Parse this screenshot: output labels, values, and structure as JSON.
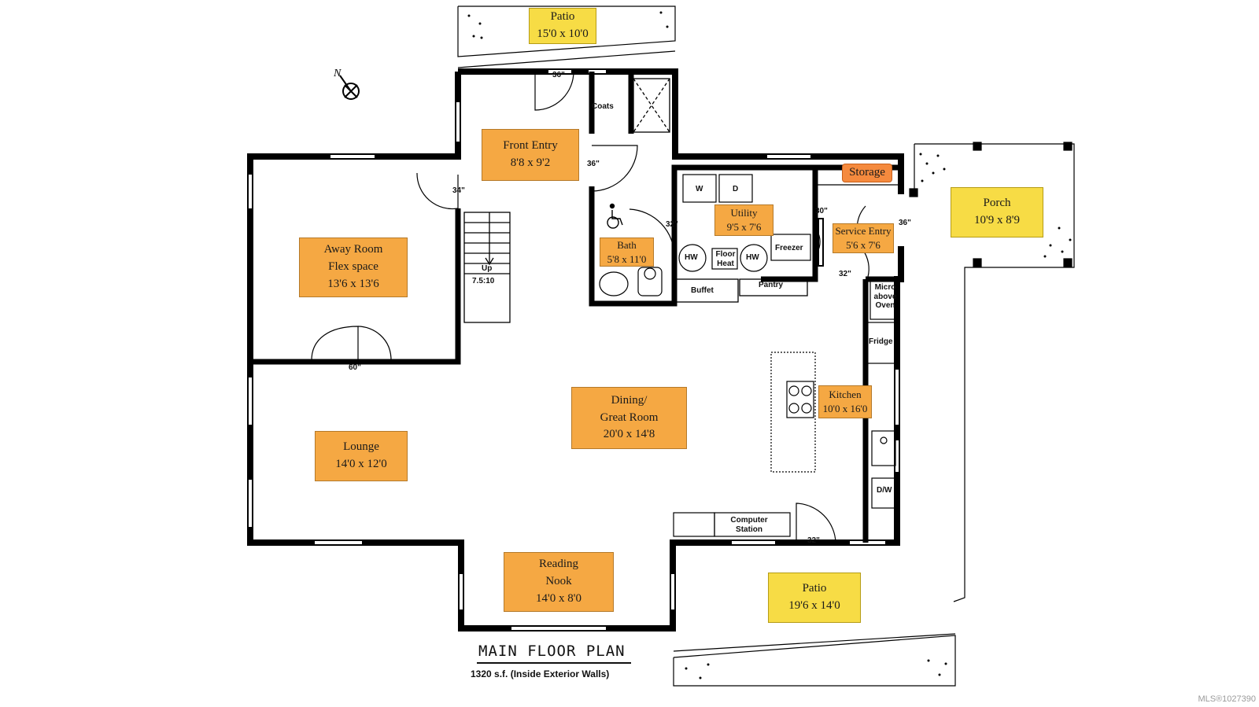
{
  "rooms": [
    {
      "key": "patio_top",
      "name": "Patio",
      "dims": "15'0 x 10'0",
      "color": "yellow"
    },
    {
      "key": "front_entry",
      "name": "Front Entry",
      "dims": "8'8 x 9'2",
      "color": "orange"
    },
    {
      "key": "away_room",
      "name": "Away Room",
      "name2": "Flex space",
      "dims": "13'6 x 13'6",
      "color": "orange"
    },
    {
      "key": "utility",
      "name": "Utility",
      "dims": "9'5 x 7'6",
      "color": "orange"
    },
    {
      "key": "bath",
      "name": "Bath",
      "dims": "5'8 x 11'0",
      "color": "orange"
    },
    {
      "key": "storage",
      "name": "Storage",
      "color": "orange-red"
    },
    {
      "key": "service_entry",
      "name": "Service Entry",
      "dims": "5'6 x 7'6",
      "color": "orange"
    },
    {
      "key": "porch",
      "name": "Porch",
      "dims": "10'9 x 8'9",
      "color": "yellow"
    },
    {
      "key": "dining",
      "name": "Dining/",
      "name2": "Great Room",
      "dims": "20'0 x 14'8",
      "color": "orange"
    },
    {
      "key": "kitchen",
      "name": "Kitchen",
      "dims": "10'0 x 16'0",
      "color": "orange"
    },
    {
      "key": "lounge",
      "name": "Lounge",
      "dims": "14'0 x 12'0",
      "color": "orange"
    },
    {
      "key": "reading_nook",
      "name": "Reading",
      "name2": "Nook",
      "dims": "14'0 x 8'0",
      "color": "orange"
    },
    {
      "key": "patio_bottom",
      "name": "Patio",
      "dims": "19'6 x 14'0",
      "color": "yellow"
    }
  ],
  "fixtures": {
    "coats": "Coats",
    "washer": "W",
    "dryer": "D",
    "hw1": "HW",
    "hw2": "HW",
    "floor_heat_1": "Floor",
    "floor_heat_2": "Heat",
    "freezer": "Freezer",
    "buffet": "Buffet",
    "pantry": "Pantry",
    "micro_1": "Micro",
    "micro_2": "above",
    "micro_3": "Oven",
    "fridge": "Fridge",
    "dw": "D/W",
    "computer_1": "Computer",
    "computer_2": "Station",
    "stairs_up": "Up",
    "stairs_ratio": "7.5:10"
  },
  "doors": {
    "d_36_top": "36\"",
    "d_36_entry": "36\"",
    "d_34": "34\"",
    "d_32_bath": "32\"",
    "d_30": "30\"",
    "d_36_service": "36\"",
    "d_32_service": "32\"",
    "d_60": "60\"",
    "d_32_patio": "32\""
  },
  "title": "MAIN FLOOR PLAN",
  "subtitle": "1320 s.f. (Inside Exterior Walls)",
  "watermark": "MLS®1027390",
  "compass_letter": "N",
  "colors": {
    "orange": "#f5a843",
    "yellow": "#f7dc45",
    "storage": "#f58a3e",
    "wall": "#000000"
  }
}
